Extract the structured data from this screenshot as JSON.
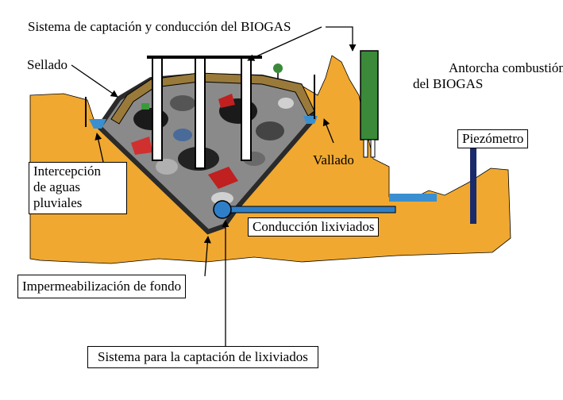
{
  "labels": {
    "biogas_system": "Sistema de captación y conducción del BIOGAS",
    "sellado": "Sellado",
    "antorcha_line1": "Antorcha combustión",
    "antorcha_line2": "del BIOGAS",
    "piezometro": "Piezómetro",
    "vallado": "Vallado",
    "intercepcion_line1": "Intercepción",
    "intercepcion_line2": "de aguas",
    "intercepcion_line3": "pluviales",
    "conduccion_lixiviados": "Conducción lixiviados",
    "impermeabilizacion": "Impermeabilización de fondo",
    "captacion_lixiviados": "Sistema para la captación de lixiviados"
  },
  "colors": {
    "terrain": "#f0a830",
    "seal": "#9a7a3a",
    "waste_base": "#8a8a8a",
    "liner": "#2a2a2a",
    "water": "#3a8fd0",
    "torch": "#3a8a3a",
    "pipe": "#2f7fc8",
    "piezometer": "#1a2a6a"
  }
}
